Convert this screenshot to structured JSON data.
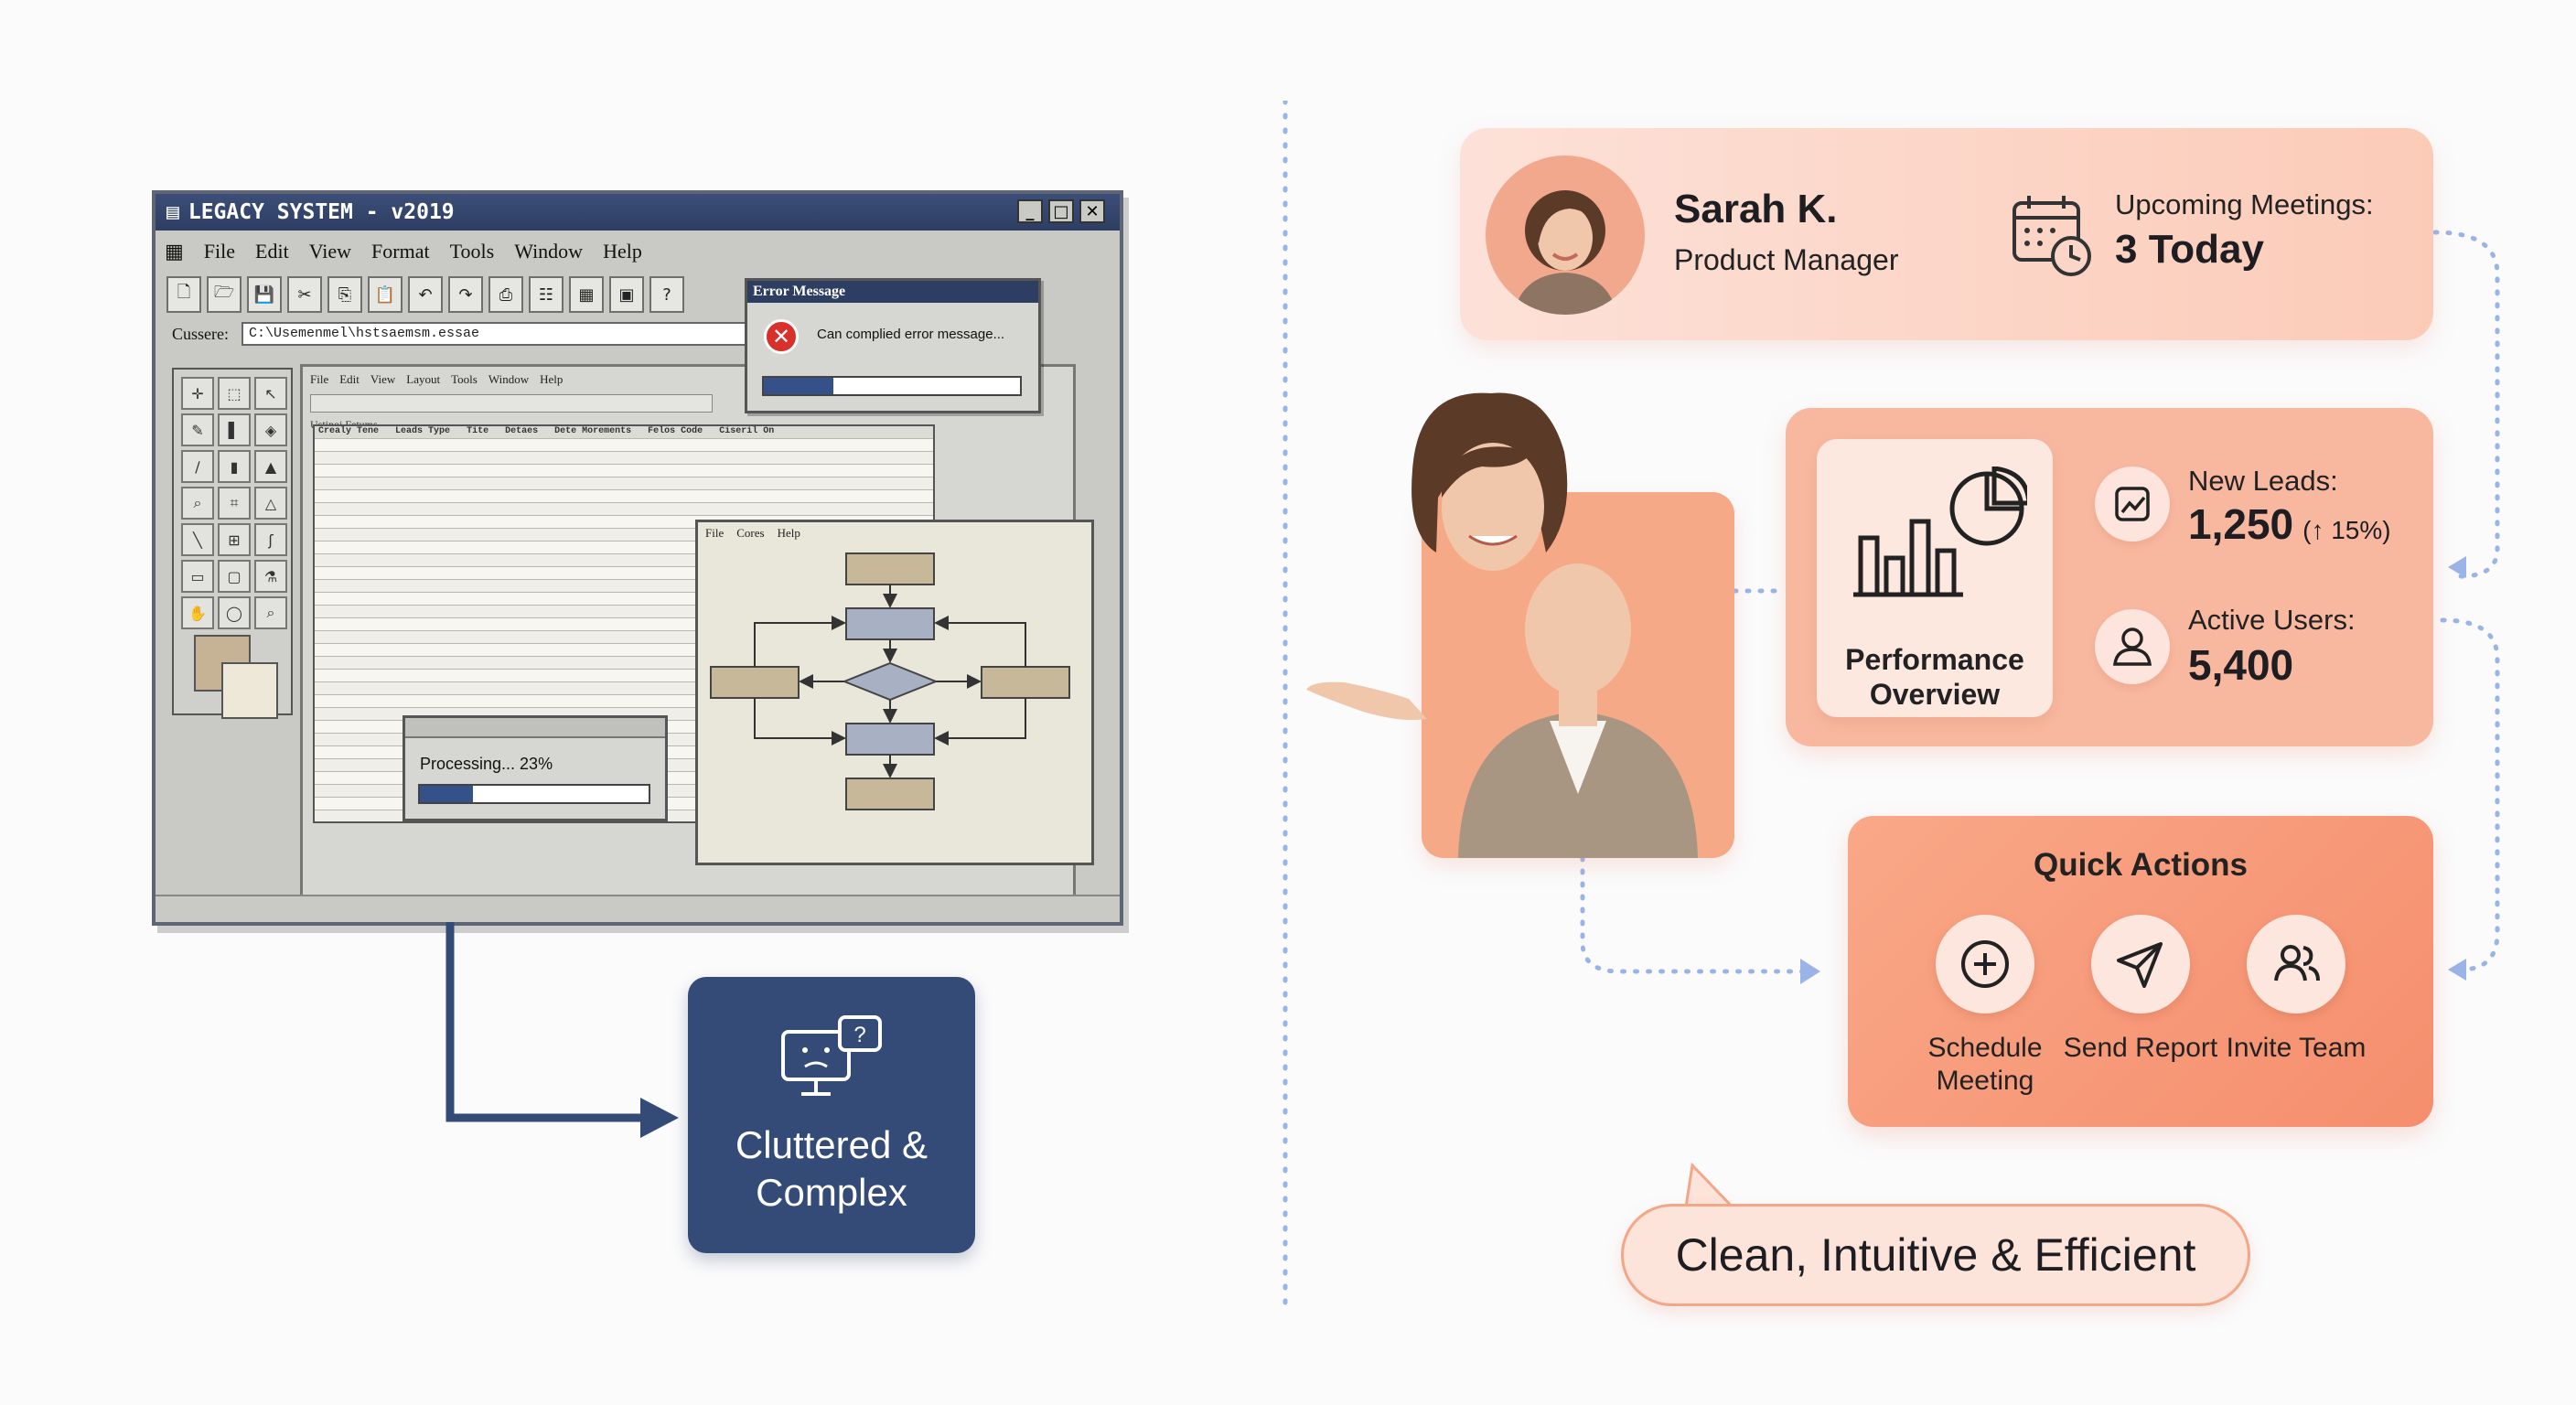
{
  "legacy": {
    "window_title": "LEGACY SYSTEM - v2019",
    "menu": [
      "File",
      "Edit",
      "View",
      "Format",
      "Tools",
      "Window",
      "Help"
    ],
    "path_label": "Cussere:",
    "path_value": "C:\\Usemenmel\\hstsaemsm.essae",
    "error_title": "Error Message",
    "error_text": "Can complied error message...",
    "processing_text": "Processing... 23%",
    "processing_progress": 0.23,
    "inner_menu": [
      "File",
      "Edit",
      "View",
      "Layout",
      "Tools",
      "Window",
      "Help"
    ],
    "sheet_title": "Ustinoi Fetums",
    "sheet_headers": [
      "Crealy Tene",
      "Leads Type",
      "Tite",
      "Detaes",
      "Dete Morements",
      "Felos Code",
      "Ciseril On"
    ],
    "flow_menu": [
      "File",
      "Cores",
      "Help"
    ]
  },
  "cluttered_label": "Cluttered & Complex",
  "profile": {
    "name": "Sarah K.",
    "role": "Product Manager",
    "meetings_label": "Upcoming Meetings:",
    "meetings_value": "3 Today"
  },
  "metrics": {
    "performance_label": "Performance Overview",
    "new_leads_label": "New Leads:",
    "new_leads_value": "1,250",
    "new_leads_change": "(↑ 15%)",
    "active_users_label": "Active Users:",
    "active_users_value": "5,400"
  },
  "quick_actions": {
    "title": "Quick Actions",
    "items": [
      {
        "label": "Schedule Meeting",
        "icon": "plus-circle-icon"
      },
      {
        "label": "Send Report",
        "icon": "send-icon"
      },
      {
        "label": "Invite Team",
        "icon": "users-icon"
      }
    ]
  },
  "tagline": "Clean, Intuitive & Efficient",
  "colors": {
    "navy": "#344b78",
    "peach": "#f8b8a0",
    "accent_blue": "#8fb0ef"
  }
}
